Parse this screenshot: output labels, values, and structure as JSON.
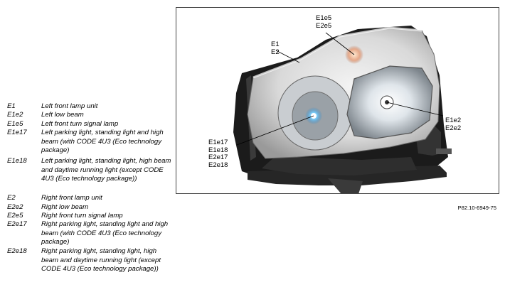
{
  "legend": [
    {
      "code": "E1",
      "desc": "Left front lamp unit"
    },
    {
      "code": "E1e2",
      "desc": "Left low beam"
    },
    {
      "code": "E1e5",
      "desc": "Left front turn signal lamp"
    },
    {
      "code": "E1e17",
      "desc": "Left parking light, standing light and high beam (with CODE 4U3 (Eco technology package)"
    },
    {
      "code": "E1e18",
      "desc": "Left parking light, standing light, high beam and daytime running light (except CODE 4U3 (Eco technology package))"
    },
    {
      "code": "E2",
      "desc": "Right front lamp unit"
    },
    {
      "code": "E2e2",
      "desc": "Right low beam"
    },
    {
      "code": "E2e5",
      "desc": "Right front turn signal lamp"
    },
    {
      "code": "E2e17",
      "desc": "Right parking light, standing light and high beam (with CODE 4U3 (Eco technology package)"
    },
    {
      "code": "E2e18",
      "desc": "Right parking light, standing light, high beam and daytime running light (except CODE 4U3 (Eco technology package))"
    }
  ],
  "callouts": {
    "turn_signal": [
      "E1e5",
      "E2e5"
    ],
    "lamp_unit": [
      "E1",
      "E2"
    ],
    "low_beam": [
      "E1e2",
      "E2e2"
    ],
    "parking_lights": [
      "E1e17",
      "E1e18",
      "E2e17",
      "E2e18"
    ]
  },
  "figure_ref": "P82.10-6949-75"
}
